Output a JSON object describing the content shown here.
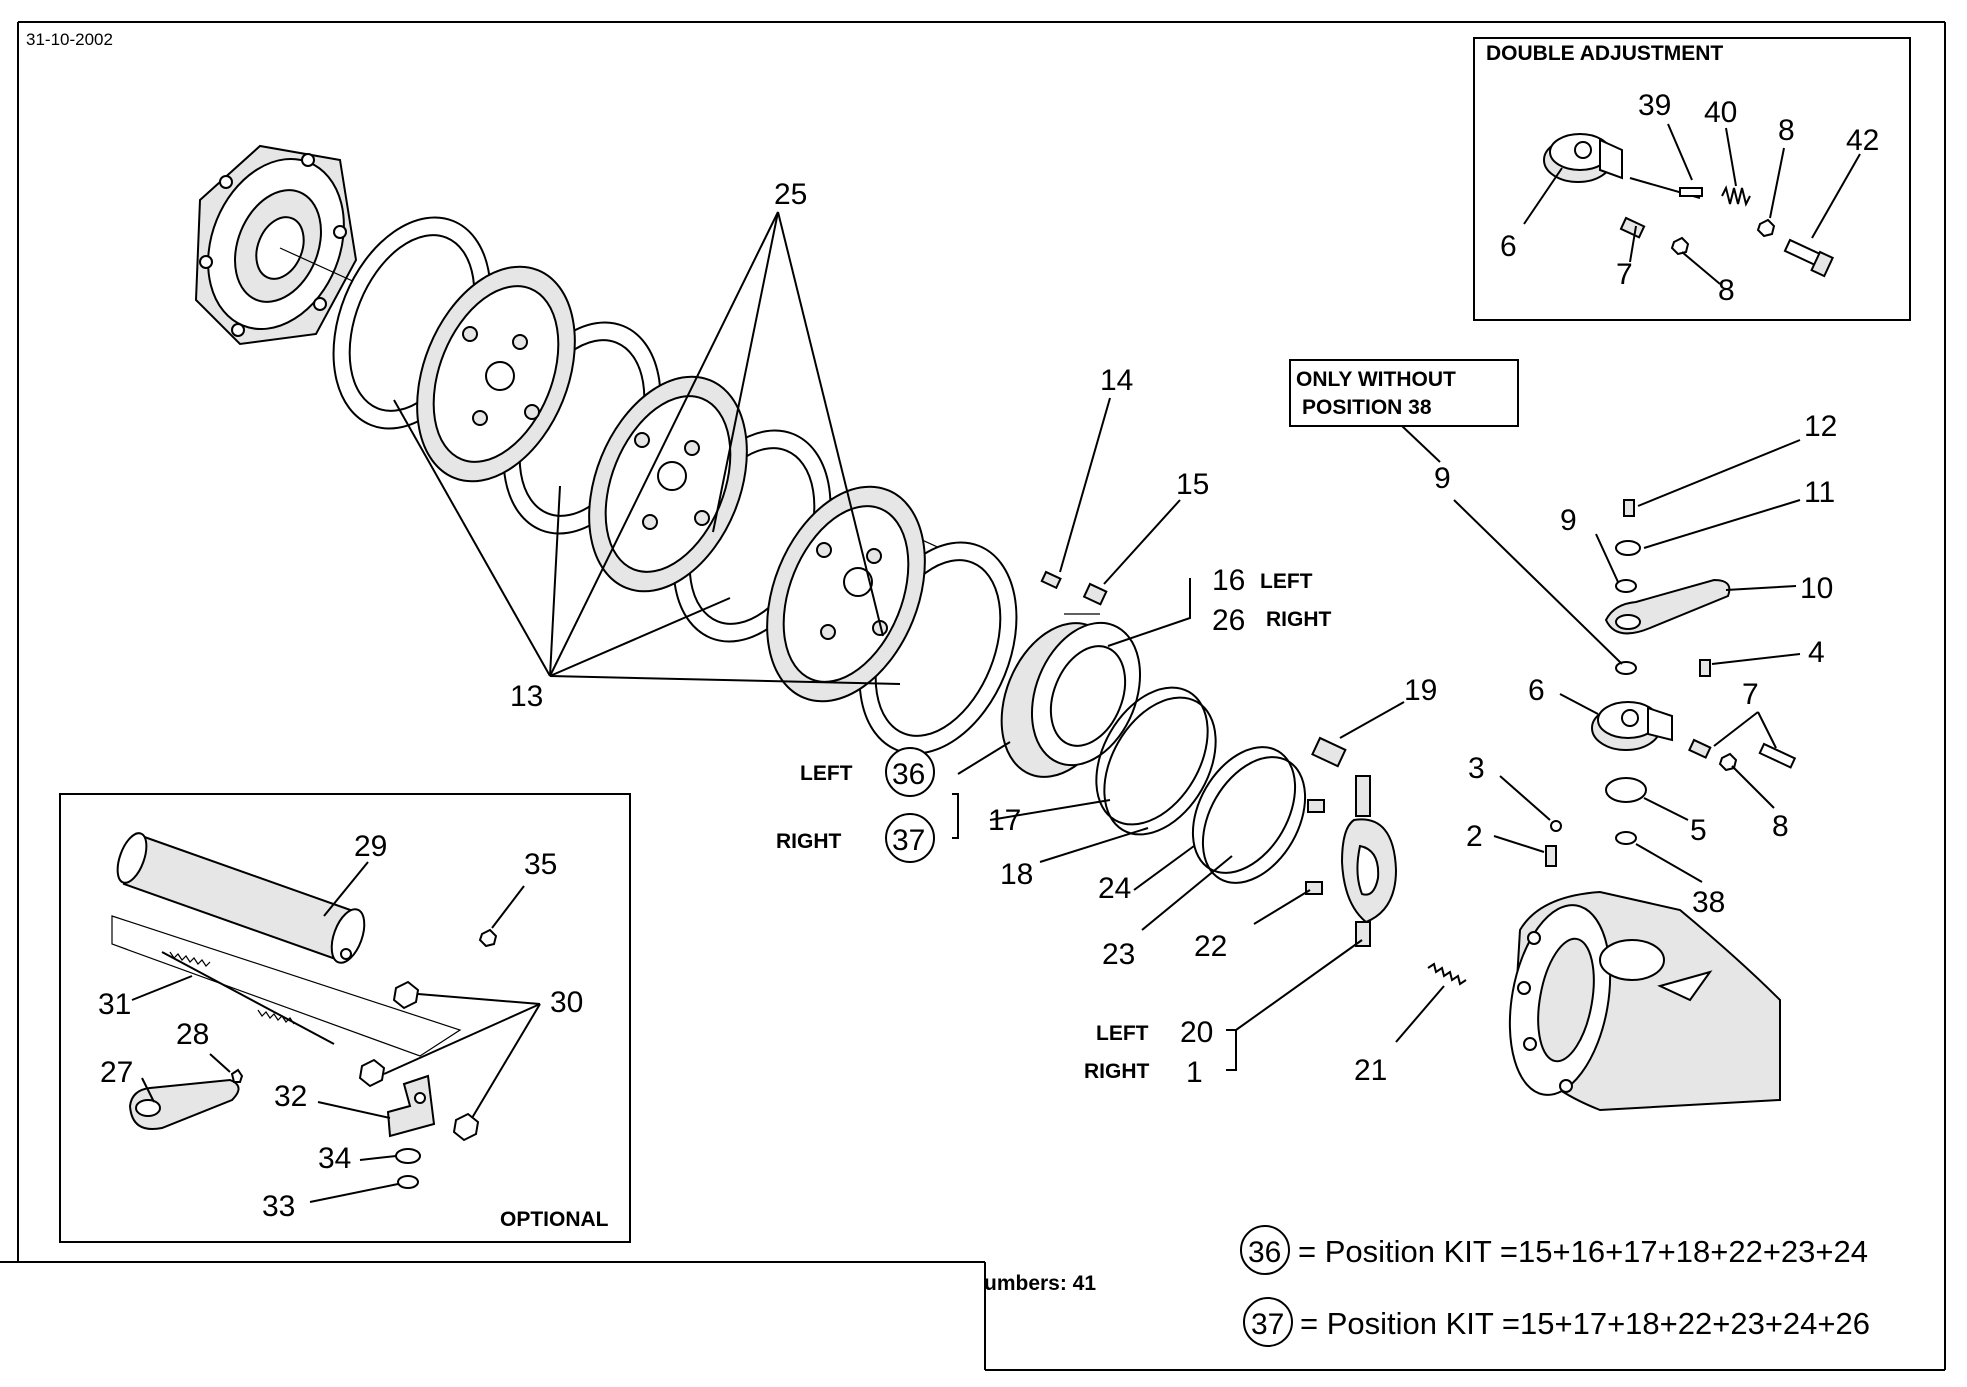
{
  "header": {
    "date": "31-10-2002"
  },
  "callouts": {
    "n1": "1",
    "n2": "2",
    "n3": "3",
    "n4": "4",
    "n5": "5",
    "n6a": "6",
    "n6b": "6",
    "n7a": "7",
    "n7b": "7",
    "n8a": "8",
    "n8b": "8",
    "n8c": "8",
    "n9a": "9",
    "n9b": "9",
    "n10": "10",
    "n11": "11",
    "n12": "12",
    "n13": "13",
    "n14": "14",
    "n15": "15",
    "n16": "16",
    "n17": "17",
    "n18": "18",
    "n19": "19",
    "n20": "20",
    "n21": "21",
    "n22": "22",
    "n23": "23",
    "n24": "24",
    "n25": "25",
    "n26": "26",
    "n27": "27",
    "n28": "28",
    "n29": "29",
    "n30": "30",
    "n31": "31",
    "n32": "32",
    "n33": "33",
    "n34": "34",
    "n35": "35",
    "n36": "36",
    "n37": "37",
    "n38": "38",
    "n39": "39",
    "n40": "40",
    "n42": "42"
  },
  "labels": {
    "left": "LEFT",
    "right": "RIGHT",
    "double_adjustment": "DOUBLE ADJUSTMENT",
    "only_without_1": "ONLY WITHOUT",
    "only_without_2": "POSITION 38",
    "optional": "OPTIONAL",
    "numbers": "umbers: 41"
  },
  "kits": [
    {
      "circle": "36",
      "text": "= Position KIT =15+16+17+18+22+23+24"
    },
    {
      "circle": "37",
      "text": "= Position KIT =15+17+18+22+23+24+26"
    }
  ]
}
